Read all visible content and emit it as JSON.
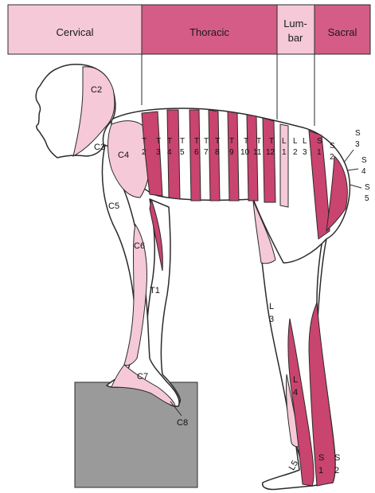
{
  "header": {
    "bands": [
      {
        "id": "cervical",
        "label": "Cervical",
        "color": "#f5c9d8"
      },
      {
        "id": "thoracic",
        "label": "Thoracic",
        "color": "#d45c86"
      },
      {
        "id": "lumbar",
        "label_line1": "Lum-",
        "label_line2": "bar",
        "color": "#f5c9d8"
      },
      {
        "id": "sacral",
        "label": "Sacral",
        "color": "#d45c86"
      }
    ]
  },
  "colors": {
    "dark_pink": "#c9446f",
    "light_pink": "#f5c9d8",
    "outline": "#2b2b2b",
    "box": "#9a9a9a"
  },
  "labels": {
    "c2": "C2",
    "c3": "C3",
    "c4": "C4",
    "c5": "C5",
    "c6": "C6",
    "t1": "T1",
    "c7": "C7",
    "c8": "C8",
    "t2": [
      "T",
      "2"
    ],
    "t3": [
      "T",
      "3"
    ],
    "t4": [
      "T",
      "4"
    ],
    "t5": [
      "T",
      "5"
    ],
    "t6": [
      "T",
      "6"
    ],
    "t7": [
      "T",
      "7"
    ],
    "t8": [
      "T",
      "8"
    ],
    "t9": [
      "T",
      "9"
    ],
    "t10": [
      "T",
      "10"
    ],
    "t11": [
      "T",
      "11"
    ],
    "t12": [
      "T",
      "12"
    ],
    "l1": [
      "L",
      "1"
    ],
    "l2": [
      "L",
      "2"
    ],
    "l3top": [
      "L",
      "3"
    ],
    "s1top": [
      "S",
      "1"
    ],
    "s2top": [
      "S",
      "2"
    ],
    "s3": [
      "S",
      "3"
    ],
    "s4": [
      "S",
      "4"
    ],
    "s5": [
      "S",
      "5"
    ],
    "l3": [
      "L",
      "3"
    ],
    "l4": [
      "L",
      "4"
    ],
    "l5": "L5",
    "s1": [
      "S",
      "1"
    ],
    "s2": [
      "S",
      "2"
    ]
  }
}
